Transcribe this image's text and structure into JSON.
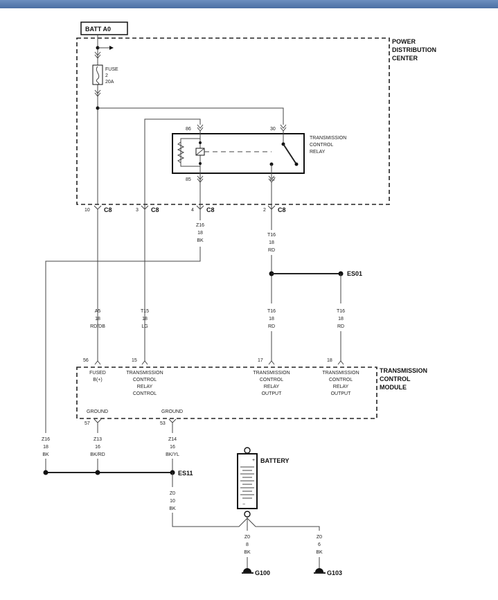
{
  "batt": "BATT A0",
  "pdc": {
    "line1": "POWER",
    "line2": "DISTRIBUTION",
    "line3": "CENTER"
  },
  "fuse": {
    "name": "FUSE",
    "number": "2",
    "rating": "20A"
  },
  "relay": {
    "line1": "TRANSMISSION",
    "line2": "CONTROL",
    "line3": "RELAY",
    "pin86": "86",
    "pin85": "85",
    "pin30": "30",
    "pin87": "87"
  },
  "connector": {
    "name": "C8",
    "pin10": "10",
    "pin3": "3",
    "pin4": "4",
    "pin2": "2"
  },
  "wires": {
    "z16_top": {
      "code": "Z16",
      "gauge": "18",
      "color": "BK"
    },
    "t16_top": {
      "code": "T16",
      "gauge": "18",
      "color": "RD"
    },
    "a5": {
      "code": "A5",
      "gauge": "18",
      "color": "RD/DB"
    },
    "t15": {
      "code": "T15",
      "gauge": "18",
      "color": "LG"
    },
    "t16_mid": {
      "code": "T16",
      "gauge": "18",
      "color": "RD"
    },
    "t16_right": {
      "code": "T16",
      "gauge": "18",
      "color": "RD"
    },
    "z16_left": {
      "code": "Z16",
      "gauge": "18",
      "color": "BK"
    },
    "z13": {
      "code": "Z13",
      "gauge": "16",
      "color": "BK/RD"
    },
    "z14": {
      "code": "Z14",
      "gauge": "16",
      "color": "BK/YL"
    },
    "z0_es11": {
      "code": "Z0",
      "gauge": "10",
      "color": "BK"
    },
    "z0_g100": {
      "code": "Z0",
      "gauge": "8",
      "color": "BK"
    },
    "z0_g103": {
      "code": "Z0",
      "gauge": "6",
      "color": "BK"
    }
  },
  "splices": {
    "es01": "ES01",
    "es11": "ES11"
  },
  "tcm": {
    "line1": "TRANSMISSION",
    "line2": "CONTROL",
    "line3": "MODULE",
    "pin56": "56",
    "pin15": "15",
    "pin17": "17",
    "pin18": "18",
    "pin57": "57",
    "pin53": "53",
    "fused_1": "FUSED",
    "fused_2": "B(+)",
    "trc_1": "TRANSMISSION",
    "trc_2": "CONTROL",
    "trc_3": "RELAY",
    "trc_4": "CONTROL",
    "tro_1": "TRANSMISSION",
    "tro_2": "CONTROL",
    "tro_3": "RELAY",
    "tro_4": "OUTPUT",
    "tro2_1": "TRANSMISSION",
    "tro2_2": "CONTROL",
    "tro2_3": "RELAY",
    "tro2_4": "OUTPUT",
    "ground1": "GROUND",
    "ground2": "GROUND"
  },
  "battery": "BATTERY",
  "grounds": {
    "g100": "G100",
    "g103": "G103"
  }
}
